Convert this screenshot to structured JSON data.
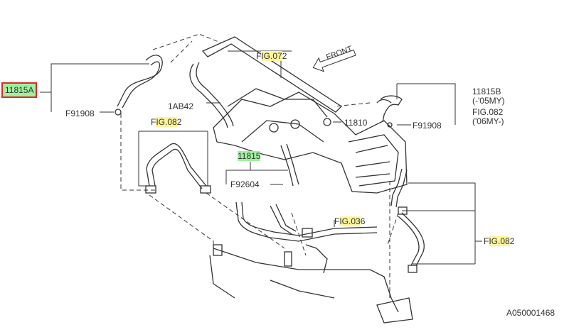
{
  "labels": {
    "part_11815A": "11815A",
    "part_f91908_left": "F91908",
    "part_1ab42": "1AB42",
    "fig_072": {
      "pre": "F",
      "hl": "IG.07",
      "post": "2"
    },
    "fig_082_left": {
      "pre": "F",
      "hl": "IG.08",
      "post": "2"
    },
    "part_11810": "11810",
    "part_11815": "11815",
    "part_f92604": "F92604",
    "fig_036": {
      "pre": "F",
      "hl": "IG.03",
      "post": "6"
    },
    "fig_082_right": {
      "pre": "F",
      "hl": "IG.08",
      "post": "2"
    },
    "part_11815b": "11815B",
    "note_05my": "(-'05MY)",
    "fig_082_top": "FIG.082",
    "note_06my": "('06MY-)",
    "part_f91908_right": "F91908",
    "front": "FRONT",
    "diagram_id": "A050001468"
  },
  "colors": {
    "highlight_yellow": "#fff59a",
    "highlight_green": "#9ff09f",
    "selection_border": "#e0262c",
    "line": "#333333"
  }
}
